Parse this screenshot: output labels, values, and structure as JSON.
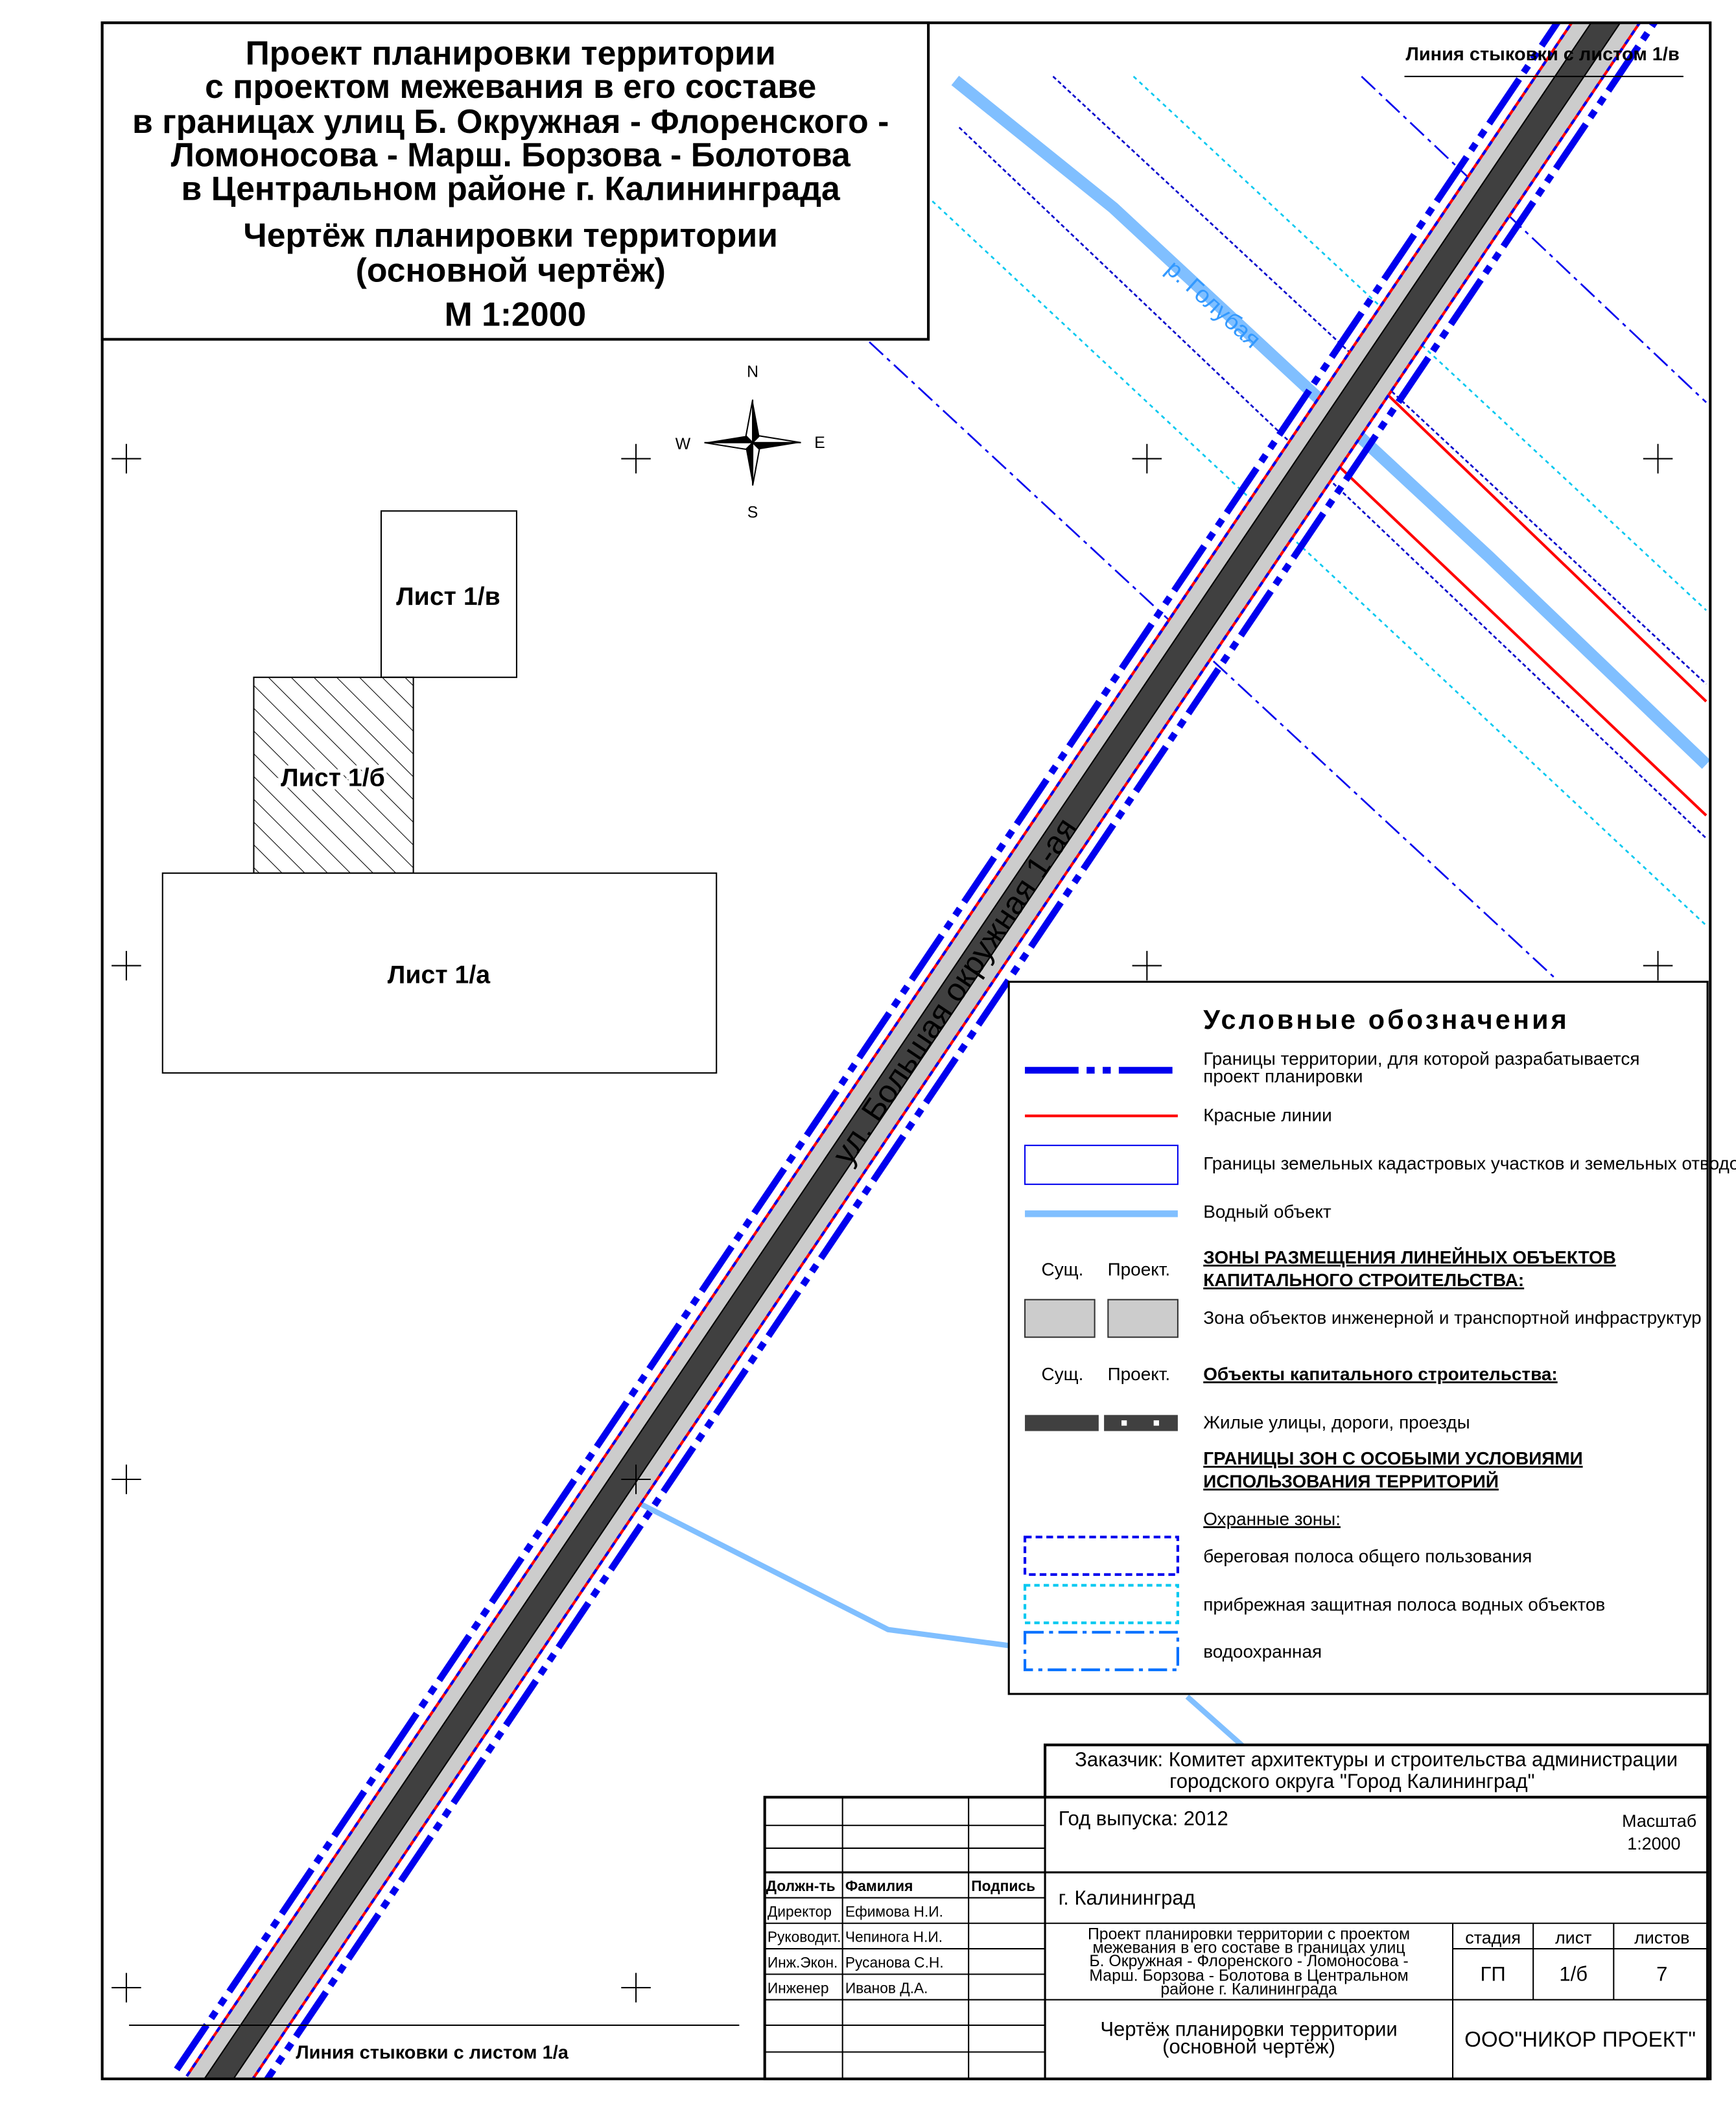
{
  "title": {
    "lines": [
      "Проект планировки территории",
      "с проектом межевания в его составе",
      "в границах улиц Б. Окружная - Флоренского -",
      "Ломоносова - Марш. Борзова - Болотова",
      "в Центральном районе г. Калининграда"
    ],
    "drawing": [
      "Чертёж планировки территории",
      "(основной чертёж)"
    ],
    "scale": "М 1:2000"
  },
  "junction_top": "Линия стыковки с листом 1/в",
  "junction_bottom": "Линия стыковки с листом 1/а",
  "compass": {
    "n": "N",
    "s": "S",
    "e": "E",
    "w": "W"
  },
  "sheets": {
    "v": "Лист 1/в",
    "b": "Лист 1/б",
    "a": "Лист 1/а"
  },
  "street_label": "ул. Большая окружная 1-ая",
  "river_label": "р. Голубая",
  "legend": {
    "title": "Условные обозначения",
    "boundary": [
      "Границы территории, для которой разрабатывается",
      "проект планировки"
    ],
    "red_lines": "Красные линии",
    "cadastral": "Границы земельных кадастровых участков и земельных отводов",
    "water": "Водный объект",
    "existing": "Сущ.",
    "projected": "Проект.",
    "zones_heading": [
      "ЗОНЫ РАЗМЕЩЕНИЯ ЛИНЕЙНЫХ ОБЪЕКТОВ",
      "КАПИТАЛЬНОГО СТРОИТЕЛЬСТВА:"
    ],
    "infra_zone": "Зона объектов инженерной и транспортной инфраструктур",
    "objects_heading": "Объекты капитального строительства:",
    "streets": "Жилые улицы, дороги, проезды",
    "special_heading": [
      "ГРАНИЦЫ ЗОН С ОСОБЫМИ УСЛОВИЯМИ",
      "ИСПОЛЬЗОВАНИЯ ТЕРРИТОРИЙ"
    ],
    "protect_heading": "Охранные зоны:",
    "shore": "береговая полоса общего пользования",
    "coastal": "прибрежная защитная полоса водных объектов",
    "waterprotect": "водоохранная",
    "colors": {
      "blue": "#0000ee",
      "red": "#ff0000",
      "water": "#80bfff",
      "cyan": "#00c8f0",
      "gray": "#cccccc",
      "road": "#404040"
    }
  },
  "stamp": {
    "customer": [
      "Заказчик: Комитет архитектуры и строительства администрации",
      "городского округа \"Город Калининград\""
    ],
    "year": "Год выпуска: 2012",
    "scale_label": "Масштаб",
    "scale_value": "1:2000",
    "city": "г. Калининград",
    "headers": [
      "Должн-ть",
      "Фамилия",
      "Подпись"
    ],
    "staff": [
      {
        "role": "Директор",
        "name": "Ефимова Н.И."
      },
      {
        "role": "Руководит.",
        "name": "Чепинога Н.И."
      },
      {
        "role": "Инж.Экон.",
        "name": "Русанова С.Н."
      },
      {
        "role": "Инженер",
        "name": "Иванов Д.А."
      }
    ],
    "project": [
      "Проект планировки территории с проектом",
      "межевания в его составе в границах улиц",
      "Б. Окружная - Флоренского - Ломоносова -",
      "Марш. Борзова - Болотова в Центральном",
      "районе г. Калининграда"
    ],
    "stage_h": "стадия",
    "sheet_h": "лист",
    "sheets_h": "листов",
    "stage": "ГП",
    "sheet": "1/б",
    "sheets": "7",
    "drawing": [
      "Чертёж планировки территории",
      "(основной чертёж)"
    ],
    "company": "ООО\"НИКОР ПРОЕКТ\""
  }
}
